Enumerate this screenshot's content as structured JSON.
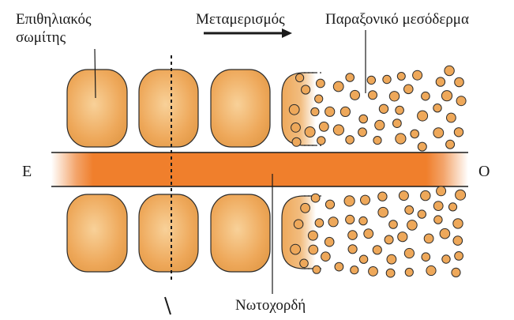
{
  "labels": {
    "epithelial_somite": [
      "Επιθηλιακός",
      "σωμίτης"
    ],
    "segmentation": "Μεταμερισμός",
    "paraxial_mesoderm": "Παραξονικό μεσόδερμα",
    "left_end": "Ε",
    "right_end": "Ο",
    "notochord": "Νωτοχορδή"
  },
  "colors": {
    "somite_light": "#f6c989",
    "somite_mid": "#eea85a",
    "somite_dark": "#d98a38",
    "notochord": "#f07f2c",
    "outline": "#2a2a2a"
  }
}
